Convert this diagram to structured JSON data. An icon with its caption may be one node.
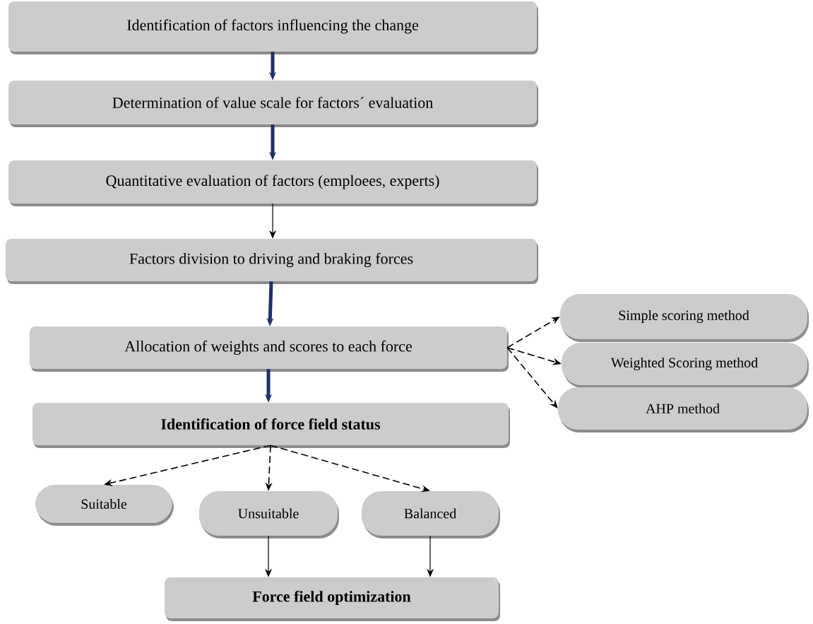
{
  "diagram": {
    "nodes": [
      {
        "text": [
          "Identification of factors influencing the change"
        ]
      },
      {
        "text": [
          "Determination of value scale for factors´ evaluation"
        ]
      },
      {
        "text": [
          "Quantitative evaluation of factors (emploees, experts)"
        ]
      },
      {
        "text": [
          "Factors division to driving and braking forces"
        ]
      },
      {
        "text": [
          "Allocation of weights and scores to each force"
        ]
      },
      {
        "text": [
          "Identification of force field status"
        ]
      },
      {
        "text": [
          "Suitable"
        ]
      },
      {
        "text": [
          "Unsuitable"
        ]
      },
      {
        "text": [
          "Balanced"
        ]
      },
      {
        "text": [
          "Force field optimization"
        ]
      },
      {
        "text": [
          "Simple scoring method"
        ]
      },
      {
        "text": [
          "Weighted Scoring method"
        ]
      },
      {
        "text": [
          "AHP method"
        ]
      }
    ],
    "edges": [
      {
        "from": 0,
        "to": 1,
        "arrow": "to",
        "style": "thick",
        "color": "#1f3068"
      },
      {
        "from": 1,
        "to": 2,
        "arrow": "to",
        "style": "thick",
        "color": "#1f3068"
      },
      {
        "from": 2,
        "to": 3,
        "arrow": "to"
      },
      {
        "from": 3,
        "to": 4,
        "arrow": "to",
        "style": "thick",
        "color": "#1f3068"
      },
      {
        "from": 4,
        "to": 5,
        "arrow": "to",
        "style": "thick",
        "color": "#1f3068"
      },
      {
        "from": 4,
        "to": 10,
        "arrow": "to",
        "style": "dashed"
      },
      {
        "from": 4,
        "to": 11,
        "arrow": "to",
        "style": "dashed"
      },
      {
        "from": 4,
        "to": 12,
        "arrow": "to",
        "style": "dashed"
      },
      {
        "from": 5,
        "to": 6,
        "arrow": "to",
        "style": "dashed"
      },
      {
        "from": 5,
        "to": 7,
        "arrow": "to",
        "style": "dashed"
      },
      {
        "from": 5,
        "to": 8,
        "arrow": "to",
        "style": "dashed"
      },
      {
        "from": 7,
        "to": 9,
        "arrow": "to"
      },
      {
        "from": 8,
        "to": 9,
        "arrow": "to"
      }
    ]
  }
}
